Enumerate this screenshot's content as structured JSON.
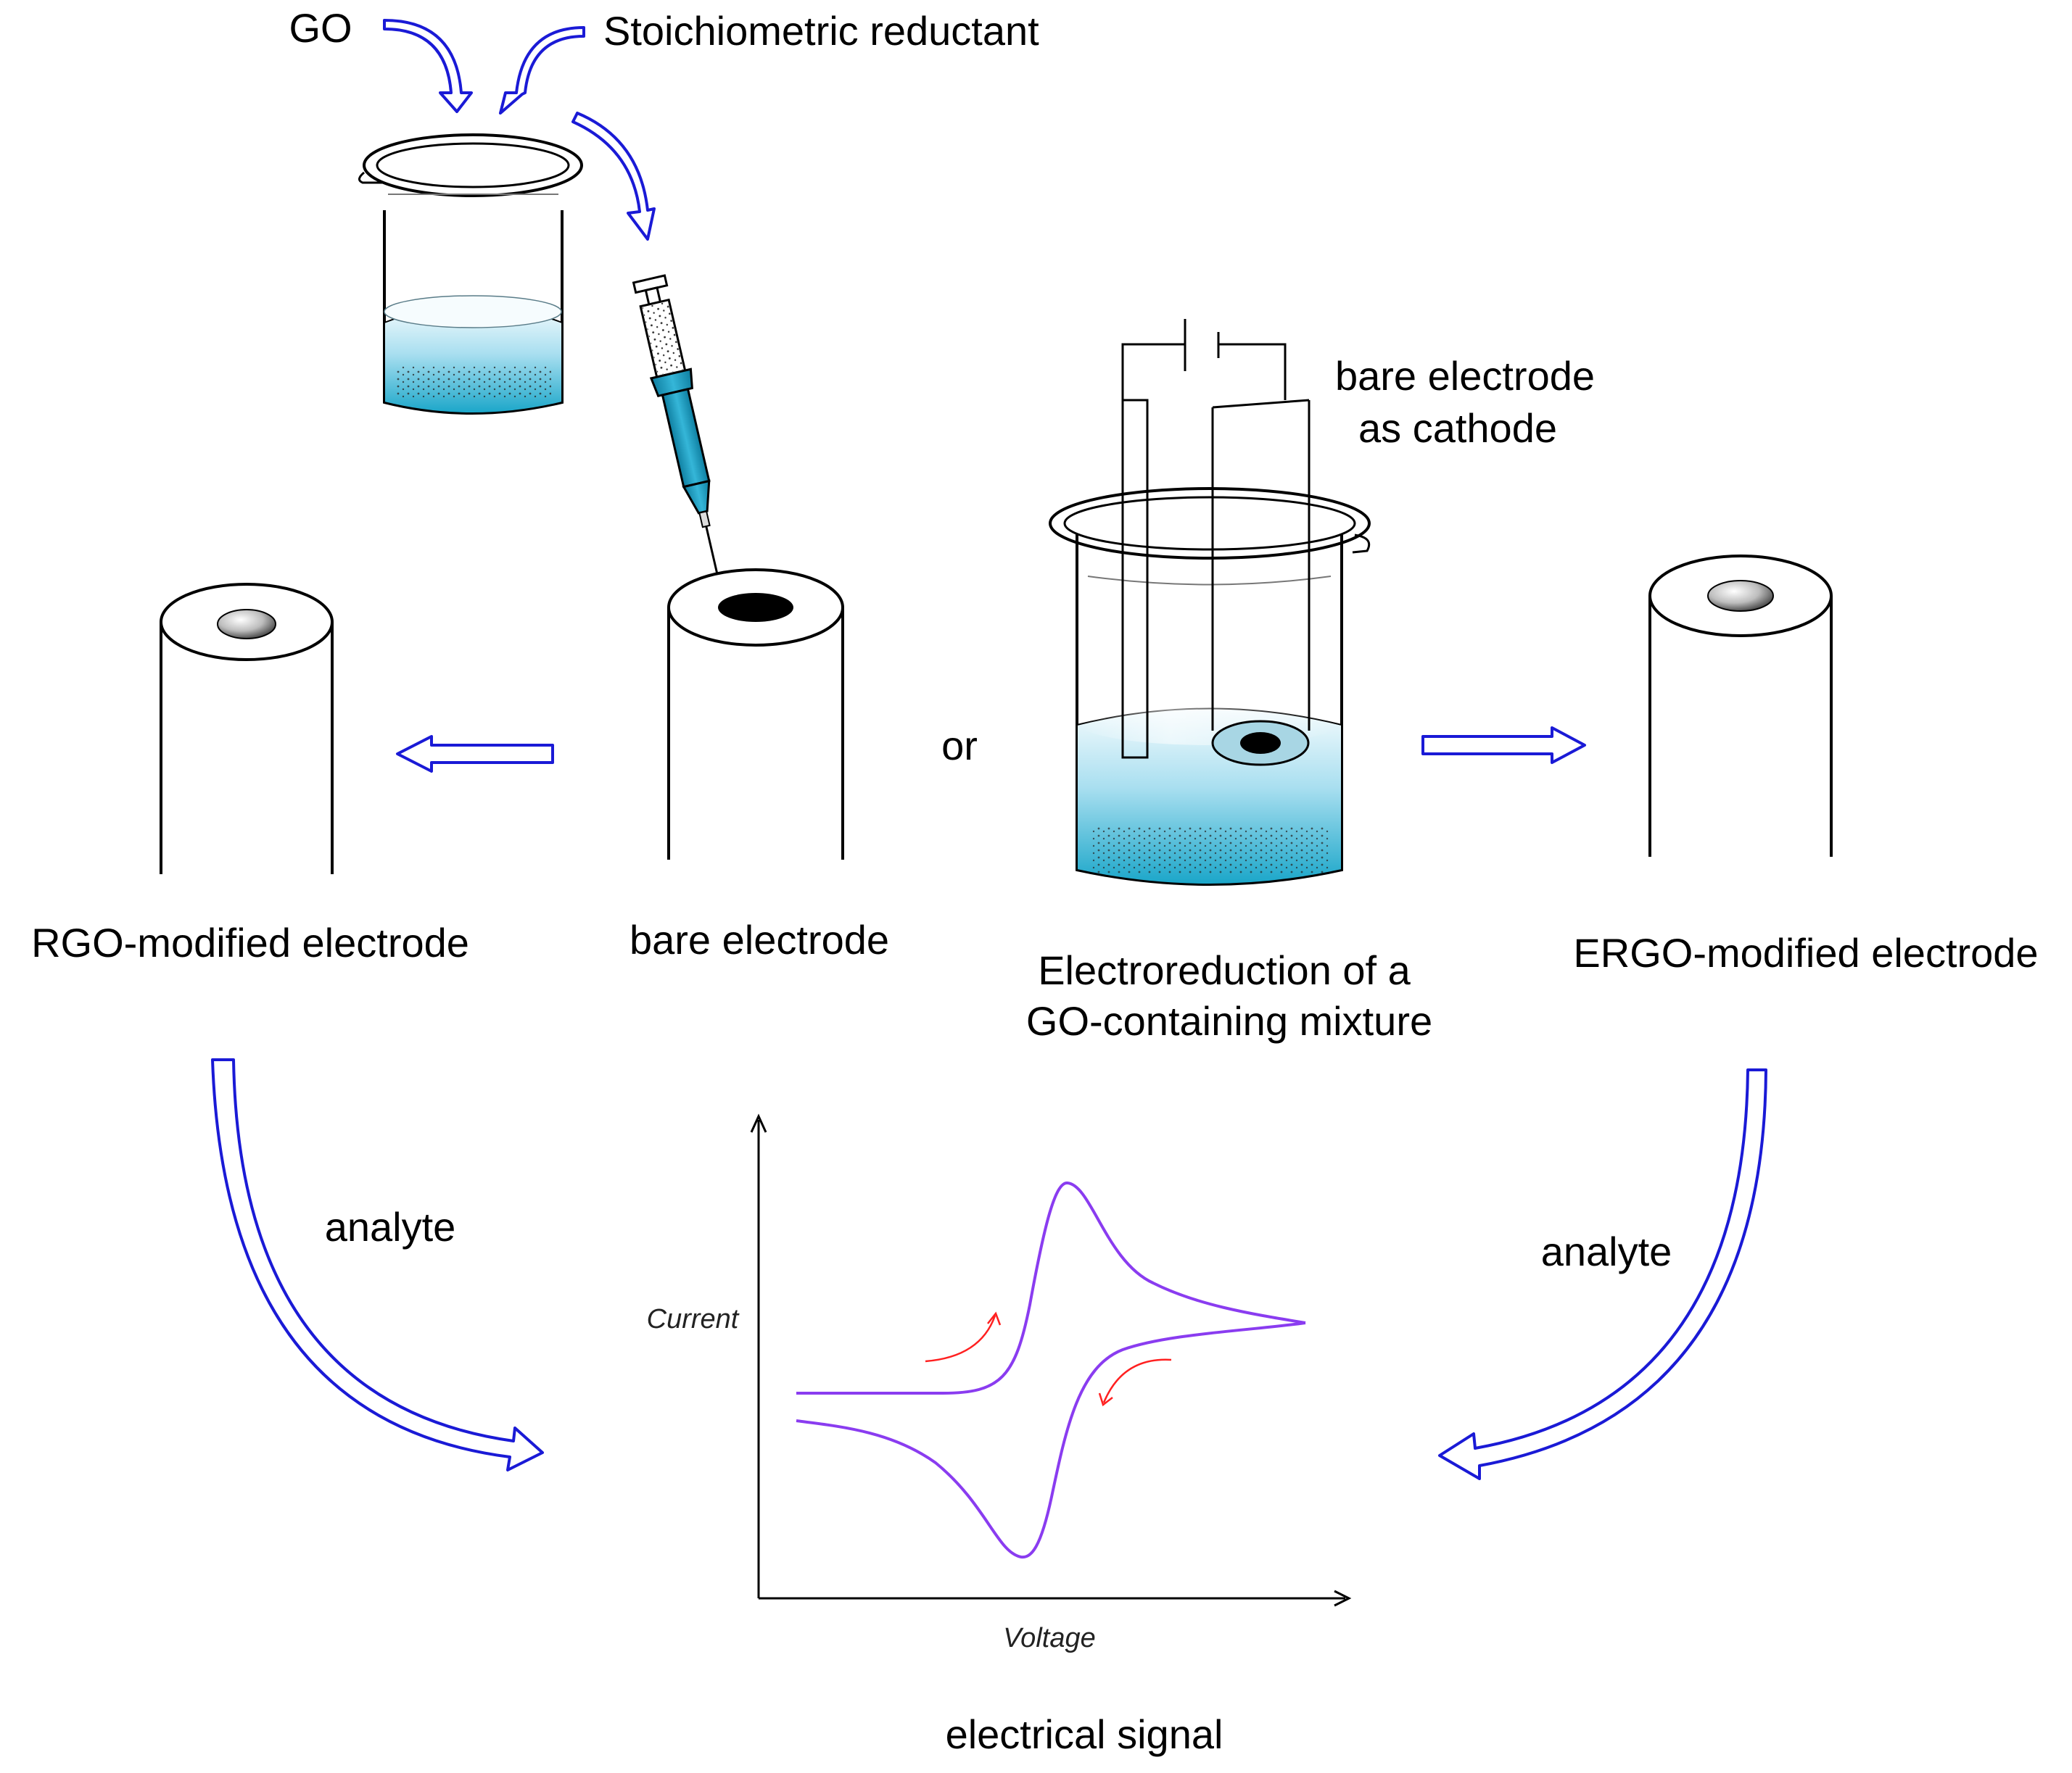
{
  "labels": {
    "go": "GO",
    "reductant": "Stoichiometric reductant",
    "bare_cathode_1": "bare electrode",
    "bare_cathode_2": "as cathode",
    "or": "or",
    "rgo_electrode": "RGO-modified electrode",
    "bare_electrode": "bare electrode",
    "electroreduction_1": "Electroreduction of a",
    "electroreduction_2": "GO-containing mixture",
    "ergo_electrode": "ERGO-modified electrode",
    "analyte_left": "analyte",
    "analyte_right": "analyte",
    "electrical_signal": "electrical signal",
    "current_axis": "Current",
    "voltage_axis": "Voltage"
  },
  "colors": {
    "arrow": "#1a1ad6",
    "liquid_top": "#e8f6fb",
    "liquid_bottom": "#1aa6c9",
    "syringe": "#1a9ec4",
    "cv_curve": "#8a3cf0",
    "cv_direction": "#ff2020"
  }
}
